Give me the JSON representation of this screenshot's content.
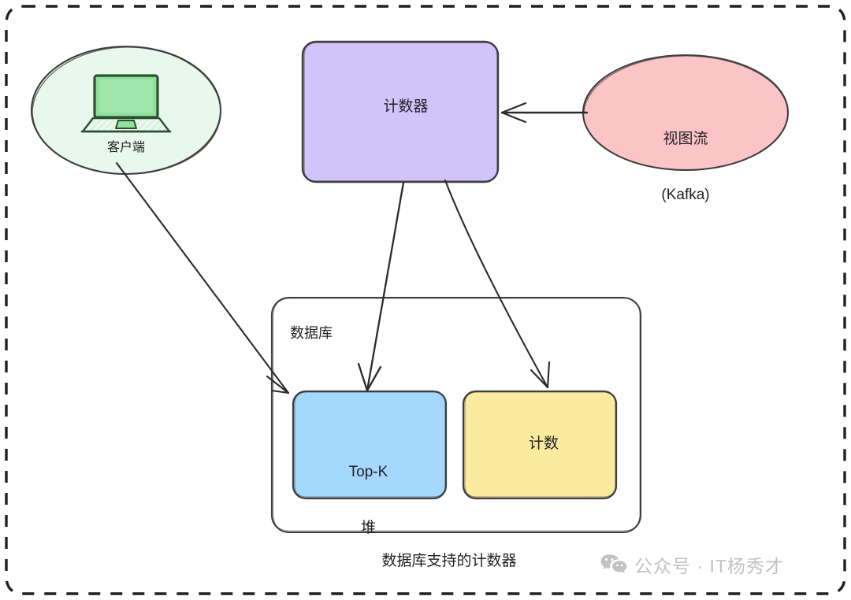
{
  "diagram": {
    "title_caption": "数据库支持的计数器",
    "nodes": {
      "client": {
        "label": "客户端",
        "shape": "ellipse",
        "fill": "#e9f8ec",
        "stroke": "#3f3f3f",
        "icon": "laptop-icon"
      },
      "counter": {
        "label": "计数器",
        "shape": "rounded-rect",
        "fill": "#d0c4fb",
        "stroke": "#3f3f3f"
      },
      "stream": {
        "label": "视图流\n(Kafka)",
        "line1": "视图流",
        "line2": "(Kafka)",
        "shape": "ellipse",
        "fill": "#fbc5c8",
        "stroke": "#3f3f3f"
      },
      "database": {
        "label": "数据库",
        "shape": "rounded-rect",
        "fill": "#ffffff",
        "stroke": "#3f3f3f"
      },
      "topk": {
        "label": "Top-K\n堆",
        "line1": "Top-K",
        "line2": "堆",
        "shape": "rounded-rect",
        "fill": "#a5d8fd",
        "stroke": "#3f3f3f"
      },
      "count": {
        "label": "计数",
        "shape": "rounded-rect",
        "fill": "#fbeb9e",
        "stroke": "#3f3f3f"
      }
    },
    "edges": [
      {
        "id": "client-to-topk",
        "from": "client",
        "to": "topk",
        "label": ""
      },
      {
        "id": "stream-to-counter",
        "from": "stream",
        "to": "counter",
        "label": ""
      },
      {
        "id": "counter-to-topk",
        "from": "counter",
        "to": "topk",
        "label": ""
      },
      {
        "id": "counter-to-count",
        "from": "counter",
        "to": "count",
        "label": ""
      }
    ],
    "frame": {
      "style": "dashed",
      "color": "#1f2023"
    }
  },
  "watermark": {
    "text": "公众号 · IT杨秀才",
    "icon": "wechat-icon",
    "color": "#c2c2c2"
  }
}
